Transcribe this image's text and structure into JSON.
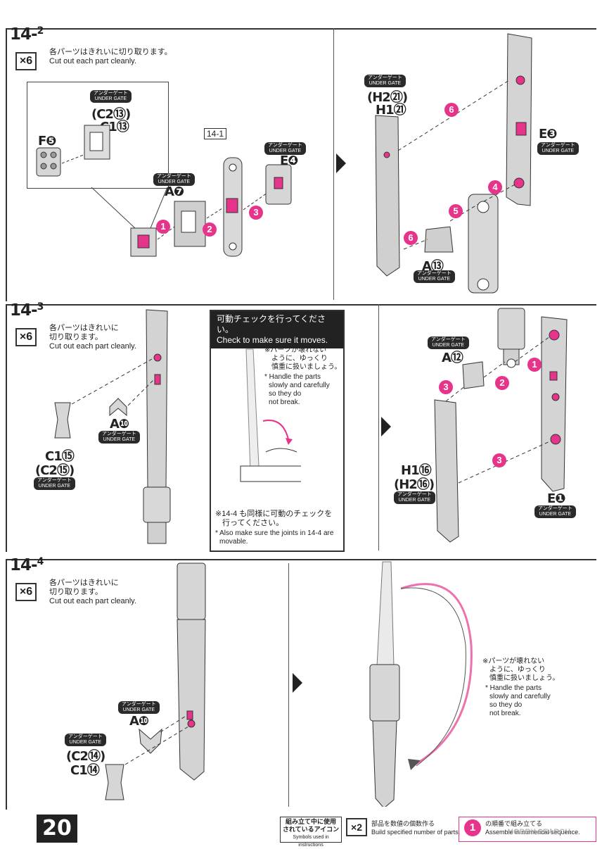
{
  "page_number": "20",
  "common": {
    "under_gate_jp": "アンダーゲート",
    "under_gate_en": "UNDER GATE",
    "multiplier": "×6"
  },
  "step_14_2": {
    "tag_main": "14-",
    "tag_sub": "2",
    "instr_jp": "各パーツはきれいに切り取ります。",
    "instr_en": "Cut out each part cleanly.",
    "ref_tag": "14-1",
    "labels": {
      "c2_13": "(C2⑬)",
      "c1_13": "C1⑬",
      "f5": "F❺",
      "e4": "E❹",
      "a7": "A❼",
      "h2_21": "(H2㉑)",
      "h1_21": "H1㉑",
      "e3": "E❸",
      "a13": "A⑬"
    }
  },
  "step_14_3": {
    "tag_main": "14-",
    "tag_sub": "3",
    "instr_jp_1": "各パーツはきれいに",
    "instr_jp_2": "切り取ります。",
    "instr_en": "Cut out each part cleanly.",
    "labels": {
      "a10": "A❿",
      "c1_15": "C1⑮",
      "c2_15": "(C2⑮)",
      "a12": "A⑫",
      "h1_16": "H1⑯",
      "h2_16": "(H2⑯)",
      "e1": "E❶"
    },
    "check": {
      "title_jp": "可動チェックを行ってください。",
      "title_en": "Check to make sure it moves.",
      "note_jp_1": "※パーツが壊れない",
      "note_jp_2": "ように、ゆっくり",
      "note_jp_3": "慎重に扱いましょう。",
      "note_en_1": "* Handle the parts",
      "note_en_2": "slowly and carefully",
      "note_en_3": "so they do",
      "note_en_4": "not break.",
      "bottom_jp_1": "※14-4 も同様に可動のチェックを",
      "bottom_jp_2": "行ってください。",
      "bottom_en_1": "* Also make sure the joints in 14-4 are",
      "bottom_en_2": "movable."
    }
  },
  "step_14_4": {
    "tag_main": "14-",
    "tag_sub": "4",
    "instr_jp_1": "各パーツはきれいに",
    "instr_jp_2": "切り取ります。",
    "instr_en": "Cut out each part cleanly.",
    "labels": {
      "a10": "A❿",
      "c2_14": "(C2⑭)",
      "c1_14": "C1⑭"
    },
    "note_jp_1": "※パーツが壊れない",
    "note_jp_2": "ように、ゆっくり",
    "note_jp_3": "慎重に扱いましょう。",
    "note_en_1": "* Handle the parts",
    "note_en_2": "slowly and carefully",
    "note_en_3": "so they do",
    "note_en_4": "not break."
  },
  "footer": {
    "icons_jp_1": "組み立て中に使用",
    "icons_jp_2": "されているアイコン",
    "icons_en": "Symbols used in instructions",
    "x2": "×2",
    "x2_jp": "部品を数値の個数作る",
    "x2_en": "Build specified number of parts.",
    "order_num": "1",
    "order_jp": "の順番で組み立てる",
    "order_en": "Assemble in numerical sequence.",
    "watermark": "HOBBY SEARCH"
  },
  "colors": {
    "accent_pink": "#e6348a",
    "frame": "#333333"
  }
}
